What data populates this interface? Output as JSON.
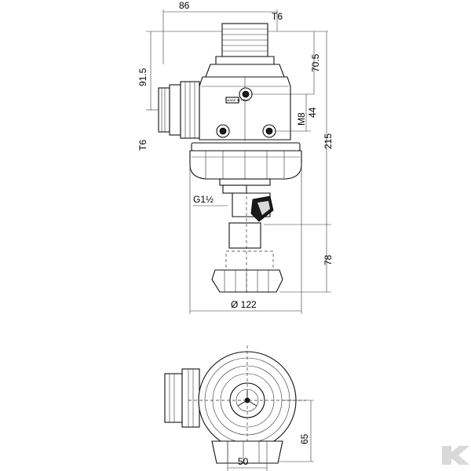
{
  "dimensions": {
    "width_86": "86",
    "thread_top": "T6",
    "height_91_5": "91.5",
    "height_70_5": "70.5",
    "thread_m8": "M8",
    "height_44": "44",
    "height_215": "215",
    "thread_side": "T6",
    "thread_g": "G1½",
    "height_78": "78",
    "diameter": "Ø 122",
    "height_65": "65",
    "width_50": "50"
  },
  "labels": {
    "made_in_italy": "MADE IN ITALY"
  }
}
